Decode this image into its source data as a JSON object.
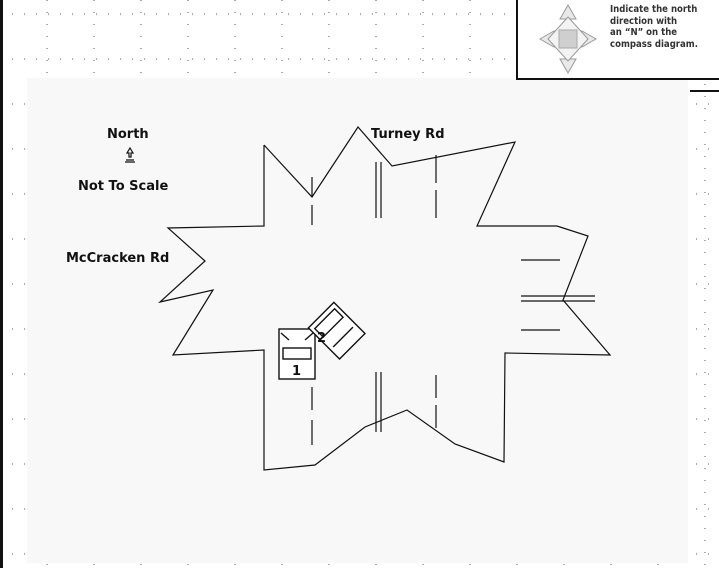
{
  "diagram": {
    "north_label": "North",
    "scale_note": "Not To Scale",
    "roads": {
      "north_road": "Turney Rd",
      "west_road": "McCracken Rd"
    },
    "vehicles": [
      {
        "number": "1"
      },
      {
        "number": "2"
      }
    ]
  },
  "compass_panel": {
    "instruction_lines": [
      "Indicate the north",
      "direction with",
      "an “N” on the",
      "compass diagram."
    ],
    "icon": "compass-rose-icon"
  },
  "colors": {
    "canvas": "#f8f8f8",
    "ink": "#111111",
    "grid_dot": "#555555"
  }
}
